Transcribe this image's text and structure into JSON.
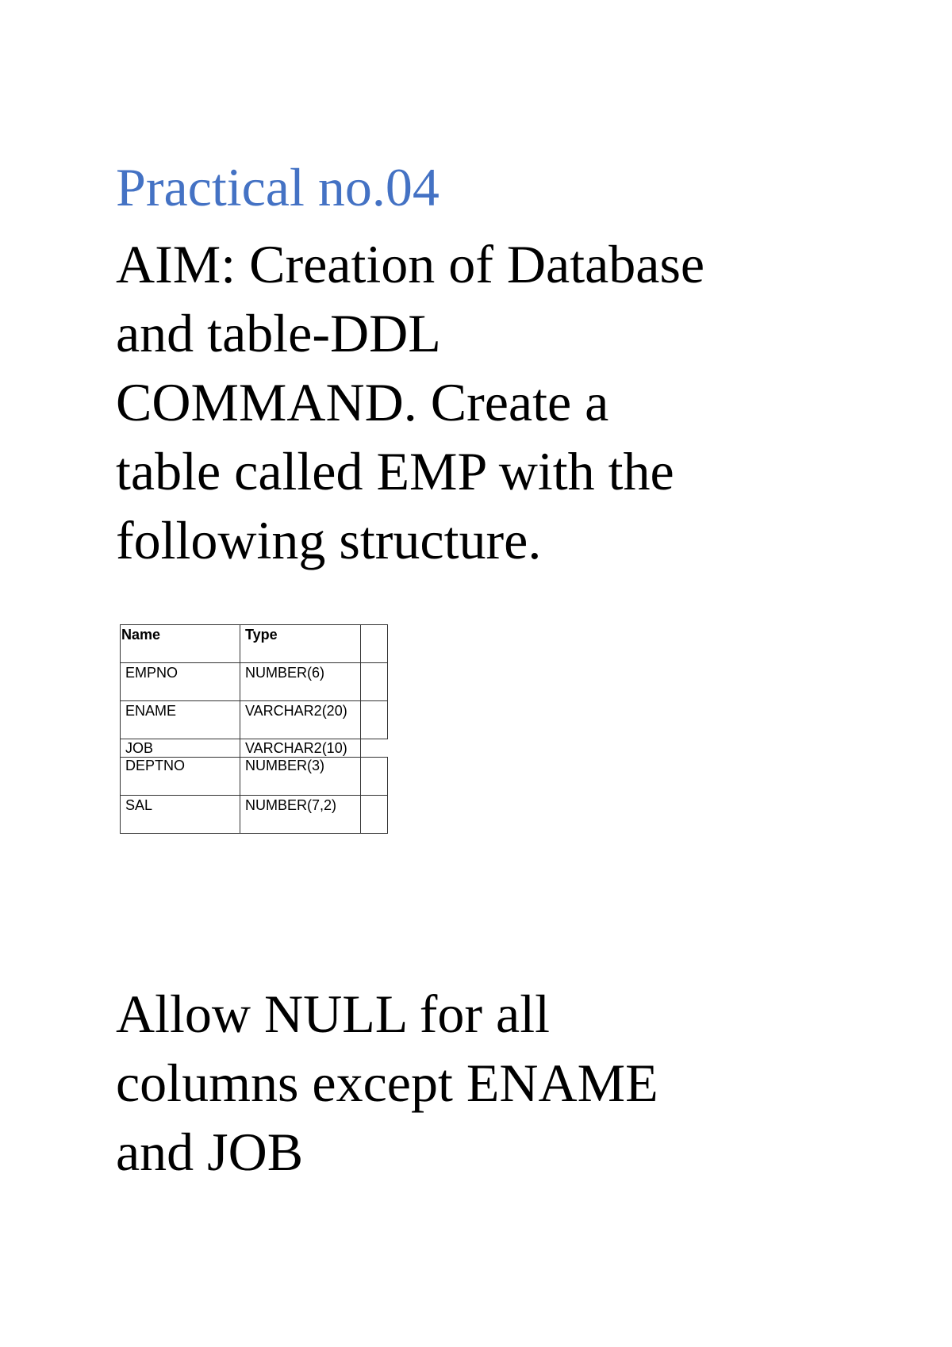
{
  "title": "Practical no.04",
  "aim_lines": [
    "AIM: Creation of Database",
    "and table-DDL",
    "COMMAND. Create a",
    "table called EMP with the",
    "following structure."
  ],
  "table": {
    "headers": [
      "Name",
      "Type",
      ""
    ],
    "rows": [
      {
        "name": "EMPNO",
        "type": "NUMBER(6)"
      },
      {
        "name": "ENAME",
        "type": "VARCHAR2(20)"
      },
      {
        "name": "JOB",
        "type": "VARCHAR2(10)"
      },
      {
        "name": "DEPTNO",
        "type": "NUMBER(3)"
      },
      {
        "name": "SAL",
        "type": "NUMBER(7,2)"
      }
    ]
  },
  "note_lines": [
    "Allow NULL for all",
    "columns except ENAME",
    "and JOB"
  ],
  "colors": {
    "title": "#4472C4",
    "text": "#000000"
  }
}
